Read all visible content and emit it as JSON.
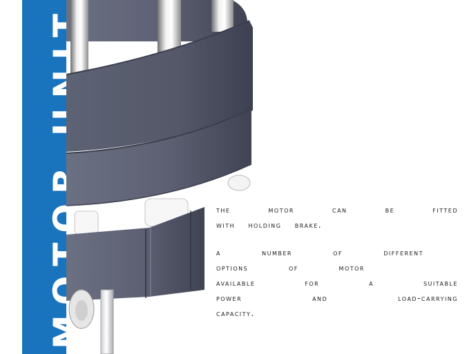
{
  "side_title": "MOTOR UNIT",
  "paragraphs": [
    {
      "lines": [
        "The motor can be fitted",
        "with holding brake."
      ]
    },
    {
      "lines": [
        "A number of different",
        "options of motor",
        "available for a suitable",
        "power and load-carrying",
        "capacity."
      ]
    }
  ],
  "colors": {
    "accent": "#1a73bd",
    "motor_body": "#5a5e70",
    "motor_dark": "#4b4f5f",
    "motor_light": "#7f8496"
  }
}
